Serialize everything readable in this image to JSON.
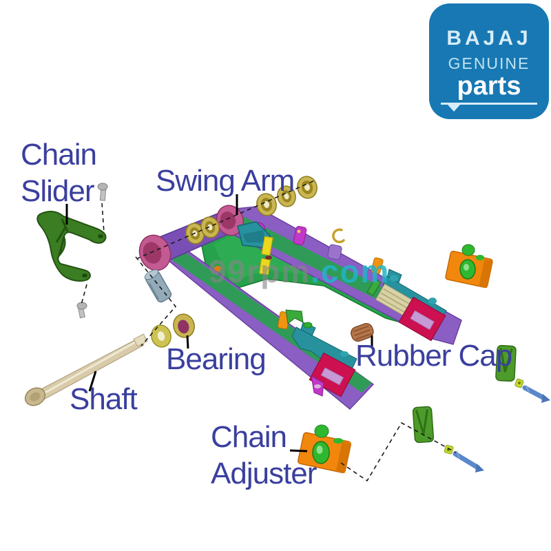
{
  "logo": {
    "brand": "BAJAJ",
    "genuine": "GENUINE",
    "parts": "parts"
  },
  "watermark": {
    "main": "99rpm",
    "suffix": ".com"
  },
  "labels": {
    "chain_slider_line1": "Chain",
    "chain_slider_line2": "Slider",
    "swing_arm": "Swing Arm",
    "bearing": "Bearing",
    "shaft": "Shaft",
    "rubber_cap": "Rubber Cap",
    "chain_adjuster_line1": "Chain",
    "chain_adjuster_line2": "Adjuster"
  },
  "colors": {
    "label_text": "#3a3f9e",
    "logo_bg": "#1878b3",
    "swing_arm_purple": "#8a5ec2",
    "frame_green": "#25a24b",
    "pivot_pink": "#c45a92",
    "washer_gold": "#c9b652",
    "teal": "#27929e",
    "crimson": "#cc1050",
    "adjuster_orange": "#f2870d",
    "pad_green": "#4d9b2a",
    "bolt_blue": "#5b87cb",
    "rubber_cap_brown": "#b5764a",
    "shaft_beige": "#d9cba9",
    "watermark_gray": "#8f8f8f",
    "watermark_teal": "#2ab5c8"
  }
}
